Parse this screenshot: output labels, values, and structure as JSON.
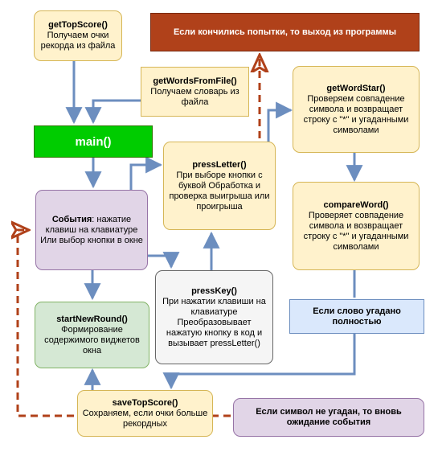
{
  "colors": {
    "arrow": "#6c8ebf",
    "dashed_arrow": "#b0411a",
    "yellow_fill": "#fff2cc",
    "purple_fill": "#e1d5e7",
    "main_fill": "#00cc00",
    "green_fill": "#d5e8d4",
    "gray_fill": "#f5f5f5",
    "blue_fill": "#dae8fc",
    "exit_fill": "#b0411a"
  },
  "nodes": {
    "getTopScore": {
      "title": "getTopScore()",
      "body": "Получаем очки рекорда из файла"
    },
    "exit": {
      "title": "Если кончились попытки, то выход из программы"
    },
    "getWordsFromFile": {
      "title": "getWordsFromFile()",
      "body": "Получаем словарь из файла"
    },
    "getWordStar": {
      "title": "getWordStar()",
      "body": "Проверяем совпадение символа и возвращает строку с \"*\" и угаданными символами"
    },
    "main": {
      "title": "main()"
    },
    "pressLetter": {
      "title": "pressLetter()",
      "body": "При выборе кнопки с буквой Обработка и проверка выигрыша или проигрыша"
    },
    "events": {
      "title": "События",
      "body": ": нажатие клавиш на клавиатуре Или выбор кнопки в окне"
    },
    "compareWord": {
      "title": "compareWord()",
      "body": "Проверяет совпадение символа и возвращает строку с \"*\" и угаданными символами"
    },
    "pressKey": {
      "title": "pressKey()",
      "body": "При нажатии клавиши на клавиатуре Преобразовывает нажатую кнопку в код и вызывает pressLetter()"
    },
    "guessed": {
      "title": "Если слово угадано полностью"
    },
    "startNewRound": {
      "title": "startNewRound()",
      "body": "Формирование содержимого виджетов окна"
    },
    "saveTopScore": {
      "title": "saveTopScore()",
      "body": "Сохраняем, если очки больше рекордных"
    },
    "notGuessed": {
      "title": "Если символ не угадан, то вновь ожидание события"
    }
  }
}
